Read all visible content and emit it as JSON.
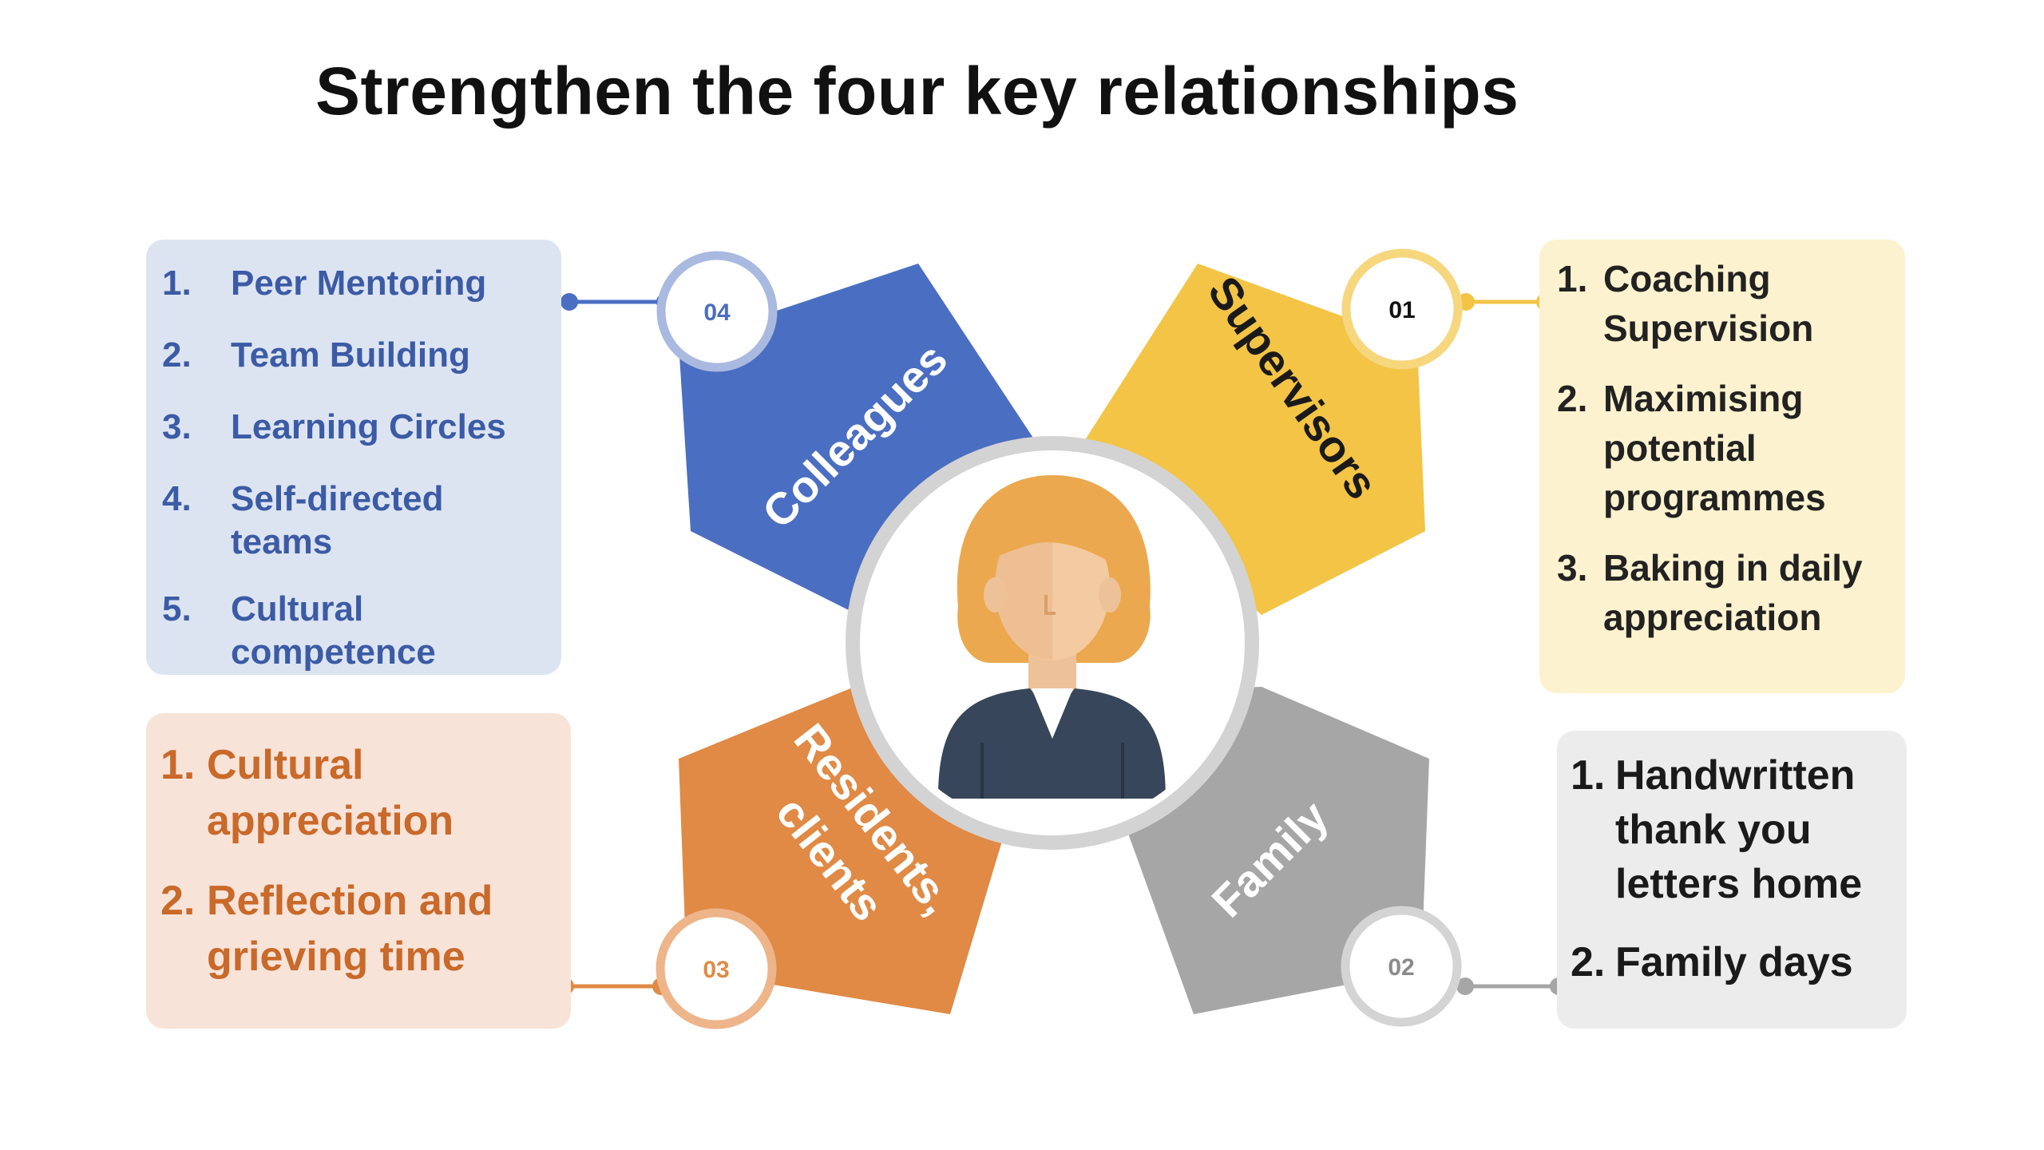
{
  "title": "Strengthen the four key relationships",
  "segments": {
    "colleagues": {
      "label": "Colleagues",
      "badge": "04",
      "color": "#4a6ec1",
      "items": [
        {
          "num": "1.",
          "text": "Peer Mentoring"
        },
        {
          "num": "2.",
          "text": "Team Building"
        },
        {
          "num": "3.",
          "text": "Learning Circles"
        },
        {
          "num": "4.",
          "text": "Self-directed teams"
        },
        {
          "num": "5.",
          "text": "Cultural competence"
        }
      ]
    },
    "supervisors": {
      "label": "Supervisors",
      "badge": "01",
      "color": "#f3c445",
      "items": [
        {
          "num": "1.",
          "text": "Coaching Supervision"
        },
        {
          "num": "2.",
          "text": "Maximising potential programmes"
        },
        {
          "num": "3.",
          "text": "Baking in daily appreciation"
        }
      ]
    },
    "residents": {
      "label_line1": "Residents,",
      "label_line2": "clients",
      "badge": "03",
      "color": "#e08a45",
      "items": [
        {
          "num": "1.",
          "text": "Cultural appreciation"
        },
        {
          "num": "2.",
          "text": "Reflection and grieving time"
        }
      ]
    },
    "family": {
      "label": "Family",
      "badge": "02",
      "color": "#a6a6a6",
      "items": [
        {
          "num": "1.",
          "text": "Handwritten thank you letters home"
        },
        {
          "num": "2.",
          "text": "Family days"
        }
      ]
    }
  },
  "center_icon": "person-avatar-icon"
}
